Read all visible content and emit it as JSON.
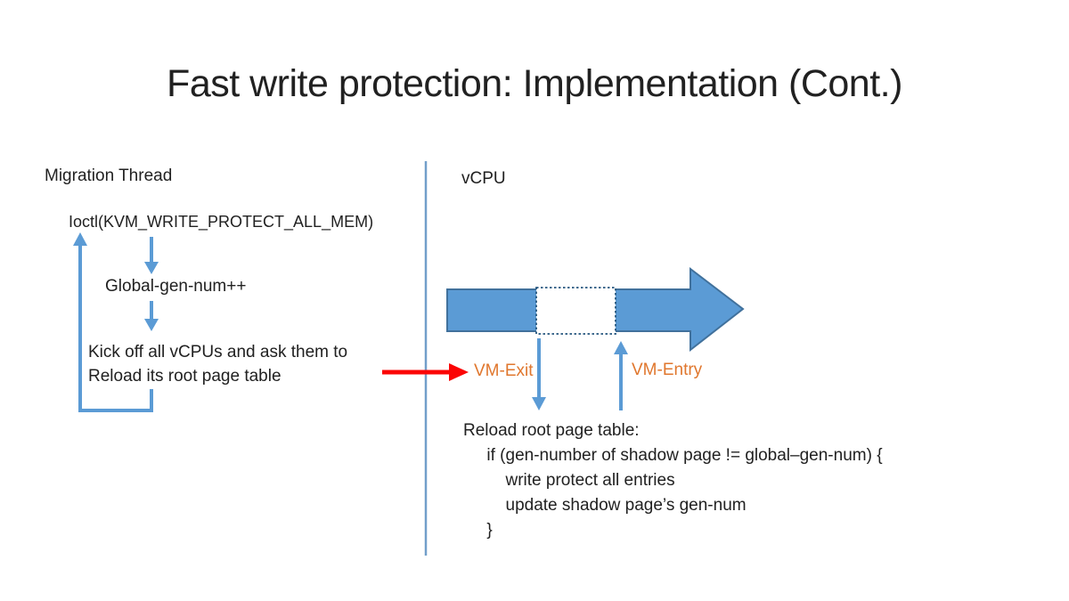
{
  "slide": {
    "title": "Fast write protection: Implementation (Cont.)"
  },
  "colors": {
    "text": "#212121",
    "accent_blue": "#5B9BD5",
    "arrow_border": "#41719C",
    "divider_blue": "#729FCA",
    "dotted_border": "#24557E",
    "orange": "#E0772E",
    "red": "#FB0505"
  },
  "migration_panel": {
    "heading": "Migration Thread",
    "step_ioctl": "Ioctl(KVM_WRITE_PROTECT_ALL_MEM)",
    "step_gen_num": "Global-gen-num++",
    "step_kickoff": "Kick off all vCPUs and ask them to\nReload its root page table"
  },
  "vcpu_panel": {
    "heading": "vCPU",
    "vm_exit_label": "VM-Exit",
    "vm_entry_label": "VM-Entry",
    "code": [
      "Reload root page table:",
      "     if (gen-number of shadow page != global–gen-num) {",
      "         write protect all entries",
      "         update shadow page’s gen-num",
      "     }"
    ]
  }
}
